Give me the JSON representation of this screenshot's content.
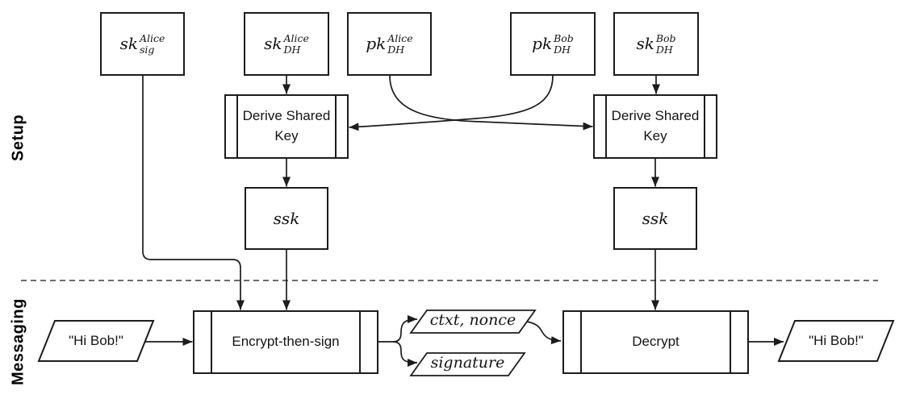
{
  "sections": {
    "setup": "Setup",
    "messaging": "Messaging"
  },
  "keys": {
    "sk_sig_alice": {
      "base": "sk",
      "sub": "sig",
      "sup": "Alice"
    },
    "sk_dh_alice": {
      "base": "sk",
      "sub": "DH",
      "sup": "Alice"
    },
    "pk_dh_alice": {
      "base": "pk",
      "sub": "DH",
      "sup": "Alice"
    },
    "pk_dh_bob": {
      "base": "pk",
      "sub": "DH",
      "sup": "Bob"
    },
    "sk_dh_bob": {
      "base": "sk",
      "sub": "DH",
      "sup": "Bob"
    }
  },
  "processes": {
    "derive_left": "Derive Shared Key",
    "derive_right": "Derive Shared Key",
    "encrypt": "Encrypt-then-sign",
    "decrypt": "Decrypt"
  },
  "values": {
    "ssk_left": "ssk",
    "ssk_right": "ssk",
    "message_in": "\"Hi Bob!\"",
    "ctxt_nonce": "ctxt, nonce",
    "signature": "signature",
    "message_out": "\"Hi Bob!\""
  },
  "colors": {
    "stroke": "#1c1c1c",
    "fill": "#ffffff",
    "divider": "#3d3d3d"
  }
}
